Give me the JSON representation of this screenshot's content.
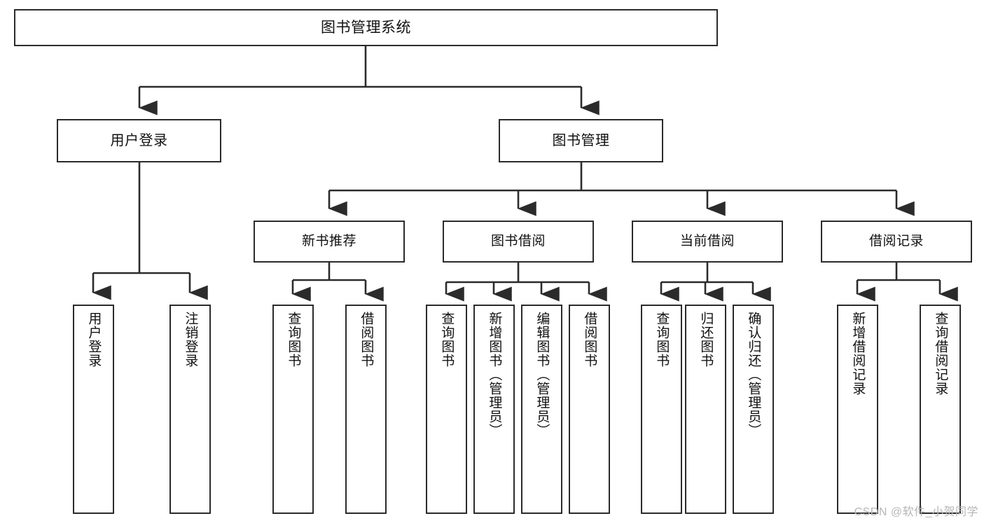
{
  "diagram": {
    "title": "图书管理系统",
    "watermark": "CSDN @软件_小贺同学",
    "root": {
      "label": "图书管理系统"
    },
    "level2": [
      {
        "label": "用户登录"
      },
      {
        "label": "图书管理"
      }
    ],
    "level3": [
      {
        "label": "新书推荐"
      },
      {
        "label": "图书借阅"
      },
      {
        "label": "当前借阅"
      },
      {
        "label": "借阅记录"
      }
    ],
    "leaves": {
      "user_login": [
        {
          "label": "用户登录"
        },
        {
          "label": "注销登录"
        }
      ],
      "new_book": [
        {
          "label": "查询图书"
        },
        {
          "label": "借阅图书"
        }
      ],
      "book_borrow": [
        {
          "label": "查询图书"
        },
        {
          "label": "新增图书（管理员）"
        },
        {
          "label": "编辑图书（管理员）"
        },
        {
          "label": "借阅图书"
        }
      ],
      "current_borrow": [
        {
          "label": "查询图书"
        },
        {
          "label": "归还图书"
        },
        {
          "label": "确认归还（管理员）"
        }
      ],
      "borrow_record": [
        {
          "label": "新增借阅记录"
        },
        {
          "label": "查询借阅记录"
        }
      ]
    },
    "colors": {
      "stroke": "#2b2b2b",
      "fill": "#ffffff",
      "text": "#111111",
      "watermark": "#b6b6b6"
    }
  }
}
